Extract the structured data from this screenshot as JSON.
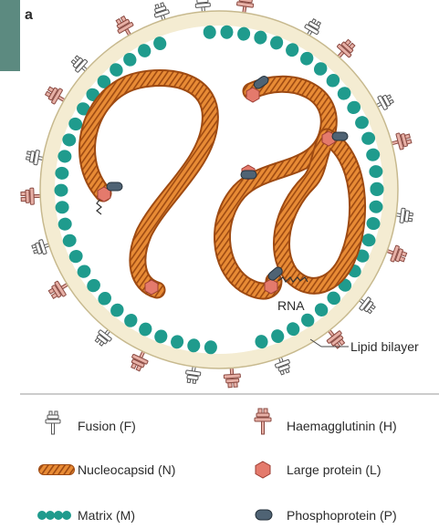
{
  "panel_label": "a",
  "annotations": {
    "rna": "RNA",
    "lipid_bilayer": "Lipid bilayer"
  },
  "legend": {
    "items": [
      {
        "icon": "fusion-protein-icon",
        "label": "Fusion (F)"
      },
      {
        "icon": "haemagglutinin-icon",
        "label": "Haemagglutinin (H)"
      },
      {
        "icon": "nucleocapsid-icon",
        "label": "Nucleocapsid (N)"
      },
      {
        "icon": "large-protein-icon",
        "label": "Large protein (L)"
      },
      {
        "icon": "matrix-icon",
        "label": "Matrix (M)"
      },
      {
        "icon": "phosphoprotein-icon",
        "label": "Phosphoprotein (P)"
      }
    ]
  },
  "colors": {
    "membrane": "#f4ecd2",
    "matrix": "#1f9b8d",
    "nucleocapsid": "#e0852e",
    "nucleocapsid_dark": "#a94f12",
    "large_protein": "#e47a6c",
    "phosphoprotein": "#4f6374",
    "haemagglutinin": "#e3a49a",
    "fusion": "#ffffff",
    "side_tab": "#5c8a80"
  }
}
